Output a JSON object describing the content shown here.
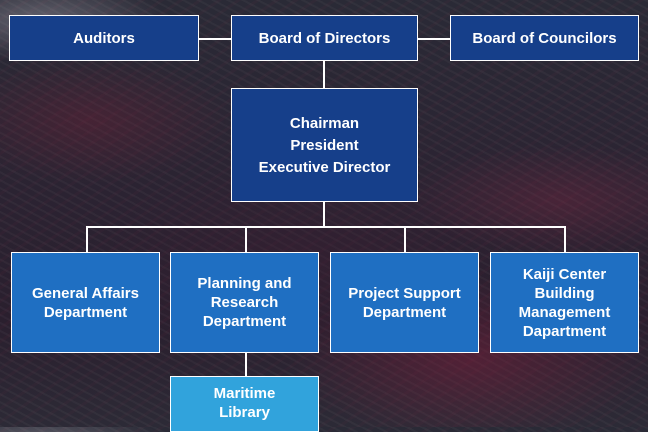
{
  "boxes": {
    "auditors": "Auditors",
    "board_of_directors": "Board of Directors",
    "board_of_councilors": "Board of Councilors",
    "executive": [
      "Chairman",
      "President",
      "Executive Director"
    ],
    "departments": {
      "general_affairs": [
        "General Affairs",
        "Department"
      ],
      "planning_research": [
        "Planning and",
        "Research",
        "Department"
      ],
      "project_support": [
        "Project Support",
        "Department"
      ],
      "building_management": [
        "Kaiji Center",
        "Building",
        "Management",
        "Dapartment"
      ]
    },
    "maritime_library": [
      "Maritime",
      "Library"
    ]
  },
  "colors": {
    "top_box": "#163f8a",
    "department_box": "#1f6fc2",
    "library_box": "#31a3dc",
    "connector": "#ffffff"
  }
}
